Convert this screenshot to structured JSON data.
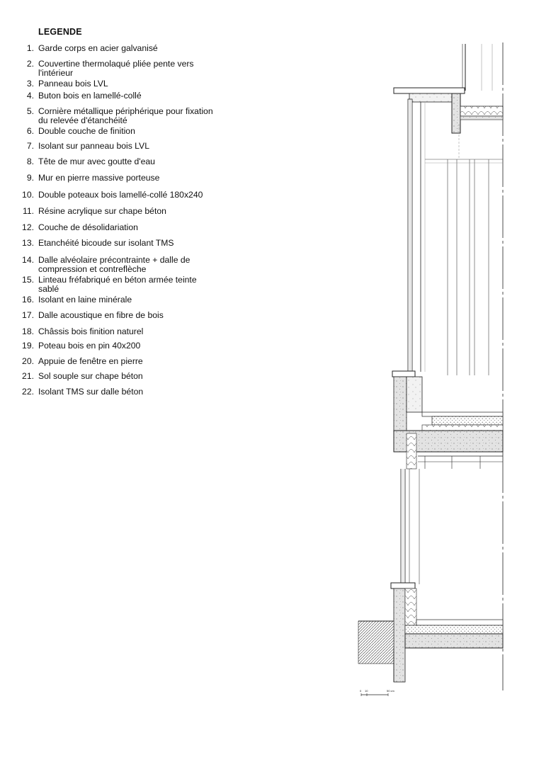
{
  "legend": {
    "title": "LEGENDE",
    "items": [
      {
        "num": "1.",
        "label": "Garde corps en acier galvanisé"
      },
      {
        "num": "2.",
        "label": "Couvertine thermolaqué pliée pente vers l'intérieur"
      },
      {
        "num": "3.",
        "label": "Panneau bois LVL"
      },
      {
        "num": "4.",
        "label": "Buton bois en lamellé-collé"
      },
      {
        "num": "5.",
        "label": "Cornière métallique périphérique pour fixation du relevée d'étanchéité"
      },
      {
        "num": "6.",
        "label": "Double couche de finition"
      },
      {
        "num": "7.",
        "label": "Isolant sur panneau bois LVL"
      },
      {
        "num": "8.",
        "label": "Tête de mur avec goutte d'eau"
      },
      {
        "num": "9.",
        "label": "Mur en pierre massive porteuse"
      },
      {
        "num": "10.",
        "label": "Double poteaux bois lamellé-collé 180x240"
      },
      {
        "num": "11.",
        "label": "Résine acrylique sur chape béton"
      },
      {
        "num": "12.",
        "label": "Couche de désolidariation"
      },
      {
        "num": "13.",
        "label": "Etanchéité bicoude sur isolant TMS"
      },
      {
        "num": "14.",
        "label": "Dalle alvéolaire précontrainte + dalle de compression et contreflèche"
      },
      {
        "num": "15.",
        "label": "Linteau fréfabriqué en béton armée  teinte sablé"
      },
      {
        "num": "16.",
        "label": "Isolant en laine minérale"
      },
      {
        "num": "17.",
        "label": "Dalle acoustique en fibre de bois"
      },
      {
        "num": "18.",
        "label": "Châssis bois finition naturel"
      },
      {
        "num": "19.",
        "label": "Poteau bois en pin 40x200"
      },
      {
        "num": "20.",
        "label": "Appuie de fenêtre en pierre"
      },
      {
        "num": "21.",
        "label": "Sol souple sur chape béton"
      },
      {
        "num": "22.",
        "label": "Isolant TMS sur dalle béton"
      }
    ]
  },
  "scale_bar": {
    "start": "0",
    "mid": "10",
    "end": "50 cm"
  }
}
